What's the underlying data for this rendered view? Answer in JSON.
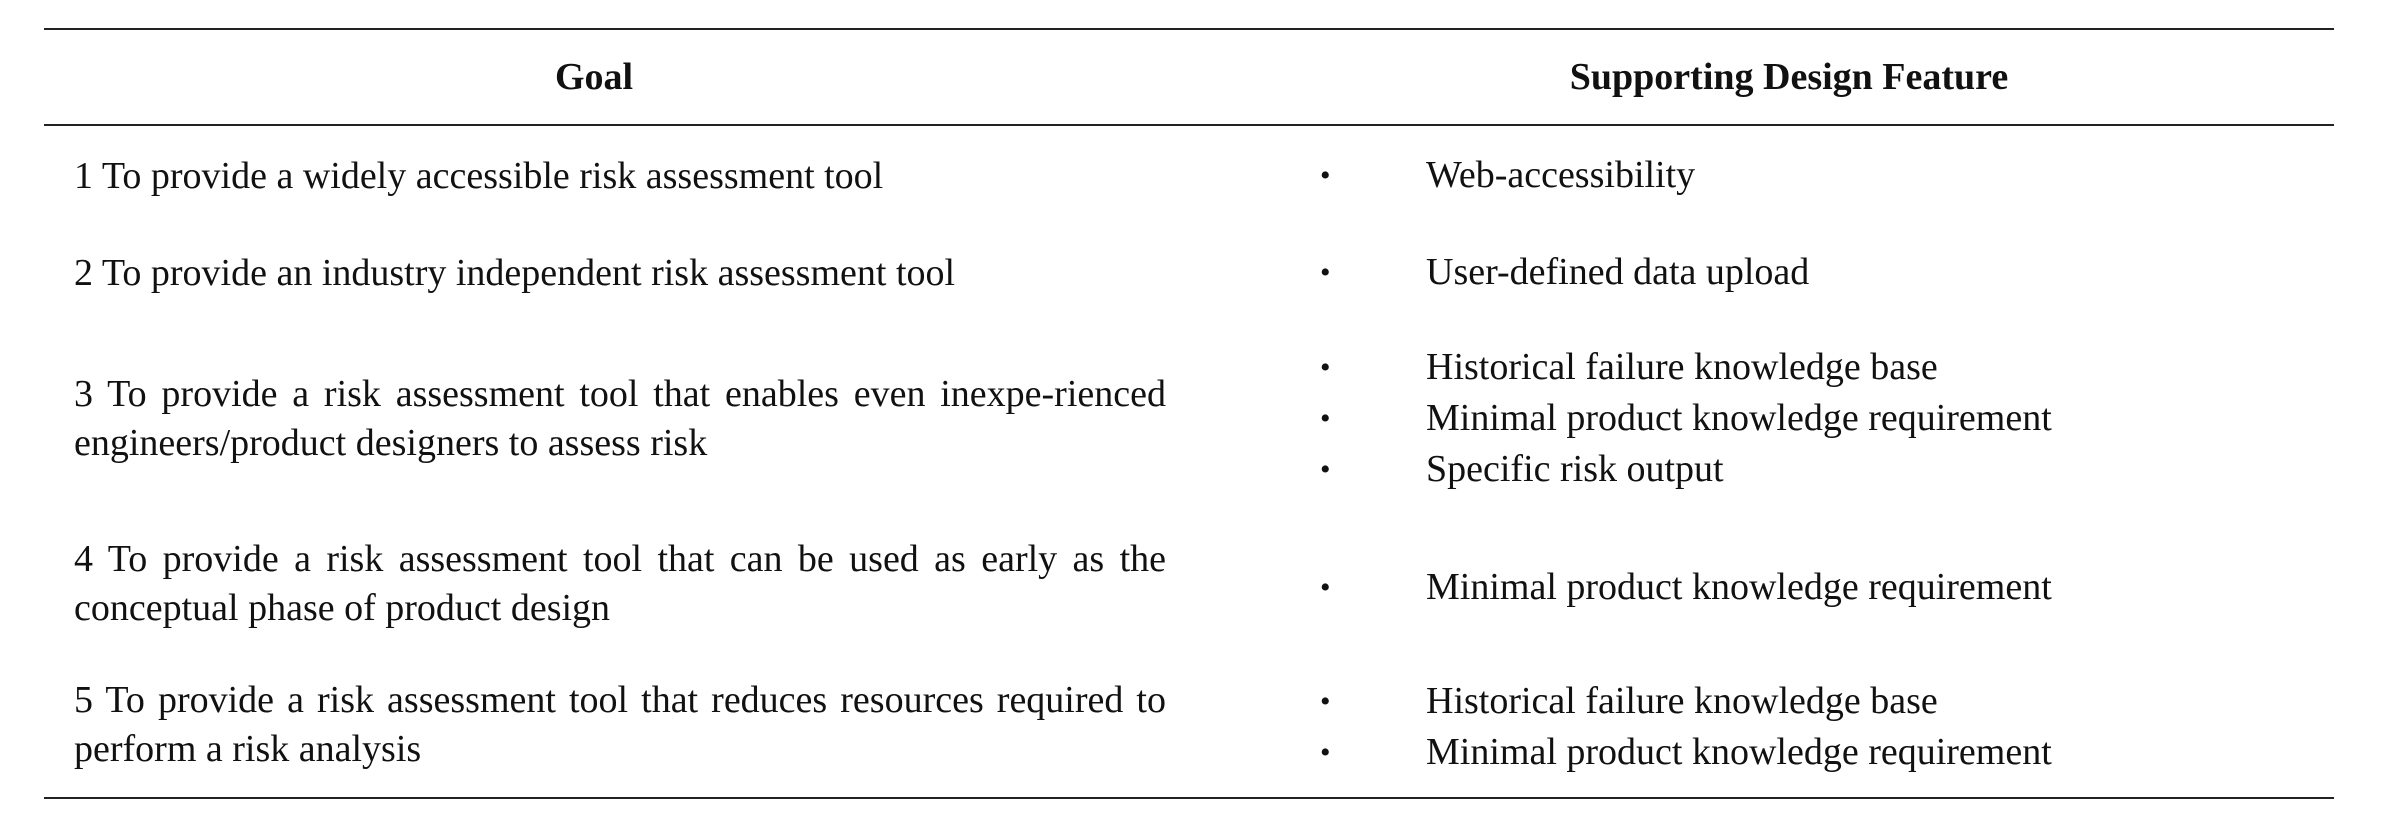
{
  "table": {
    "headers": {
      "goal": "Goal",
      "feature": "Supporting Design Feature"
    },
    "bullet_glyph": "•",
    "rows": [
      {
        "goal": "1 To provide a widely accessible risk assessment tool",
        "features": [
          "Web-accessibility"
        ]
      },
      {
        "goal": "2 To provide an industry independent risk assessment tool",
        "features": [
          "User-defined data upload"
        ]
      },
      {
        "goal": "3 To provide a risk assessment tool that enables even inexpe-rienced engineers/product designers to assess risk",
        "features": [
          "Historical failure knowledge base",
          "Minimal product knowledge requirement",
          "Specific risk output"
        ]
      },
      {
        "goal": "4 To provide a risk assessment tool that can be used as early as the conceptual phase of product design",
        "features": [
          "Minimal product knowledge requirement"
        ]
      },
      {
        "goal": "5 To provide a risk assessment tool that reduces resources required to perform a risk analysis",
        "features": [
          "Historical failure knowledge base",
          "Minimal product knowledge requirement"
        ]
      }
    ]
  }
}
